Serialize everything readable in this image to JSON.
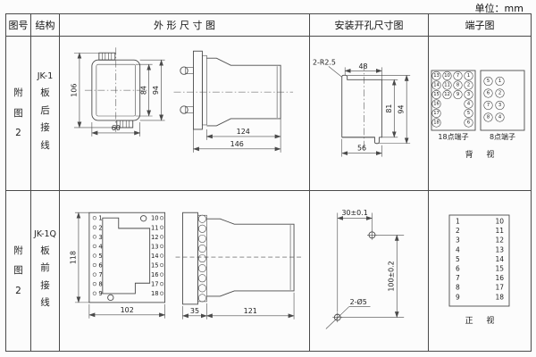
{
  "unit_label": "单位：mm",
  "header": {
    "fig_no": "图号",
    "structure": "结构",
    "outline": "外 形 尺 寸 图",
    "install": "安装开孔尺寸图",
    "terminal": "端子图"
  },
  "rows": [
    {
      "fig_chars": [
        "附",
        "图",
        "2"
      ],
      "model": "JK-1",
      "struct_chars": [
        "板",
        "后",
        "接",
        "线"
      ],
      "outline": {
        "d106": "106",
        "d84": "84",
        "d94": "94",
        "d60": "60",
        "d124": "124",
        "d146": "146"
      },
      "install": {
        "note": "2-R2.5",
        "d48": "48",
        "d81": "81",
        "d94": "94",
        "d56": "56"
      },
      "terminal": {
        "t18_label": "18点端子",
        "t8_label": "8点端子",
        "view_label": "背  视",
        "t18": [
          [
            "13",
            "10",
            "7",
            "1"
          ],
          [
            "14",
            "11",
            "8",
            "2"
          ],
          [
            "15",
            "12",
            "9",
            "3"
          ],
          [
            "16",
            "4"
          ],
          [
            "17",
            "5"
          ],
          [
            "18",
            "6"
          ]
        ],
        "t8": [
          [
            "5",
            "1"
          ],
          [
            "6",
            "2"
          ],
          [
            "7",
            "3"
          ],
          [
            "8",
            "4"
          ]
        ]
      }
    },
    {
      "fig_chars": [
        "附",
        "图",
        "2"
      ],
      "model": "JK-1Q",
      "struct_chars": [
        "板",
        "前",
        "接",
        "线"
      ],
      "outline": {
        "d118": "118",
        "d102": "102",
        "d35": "35",
        "d121": "121",
        "left_pins": [
          "1",
          "2",
          "3",
          "4",
          "5",
          "6",
          "7",
          "8",
          "9"
        ],
        "right_pins": [
          "10",
          "11",
          "12",
          "13",
          "14",
          "15",
          "16",
          "17",
          "18"
        ]
      },
      "install": {
        "d30": "30±0.1",
        "d100": "100±0.2",
        "note": "2-Ø5"
      },
      "terminal": {
        "left": [
          "1",
          "2",
          "3",
          "4",
          "5",
          "6",
          "7",
          "8",
          "9"
        ],
        "right": [
          "10",
          "11",
          "12",
          "13",
          "14",
          "15",
          "16",
          "17",
          "18"
        ],
        "view_label": "正  视"
      }
    }
  ]
}
